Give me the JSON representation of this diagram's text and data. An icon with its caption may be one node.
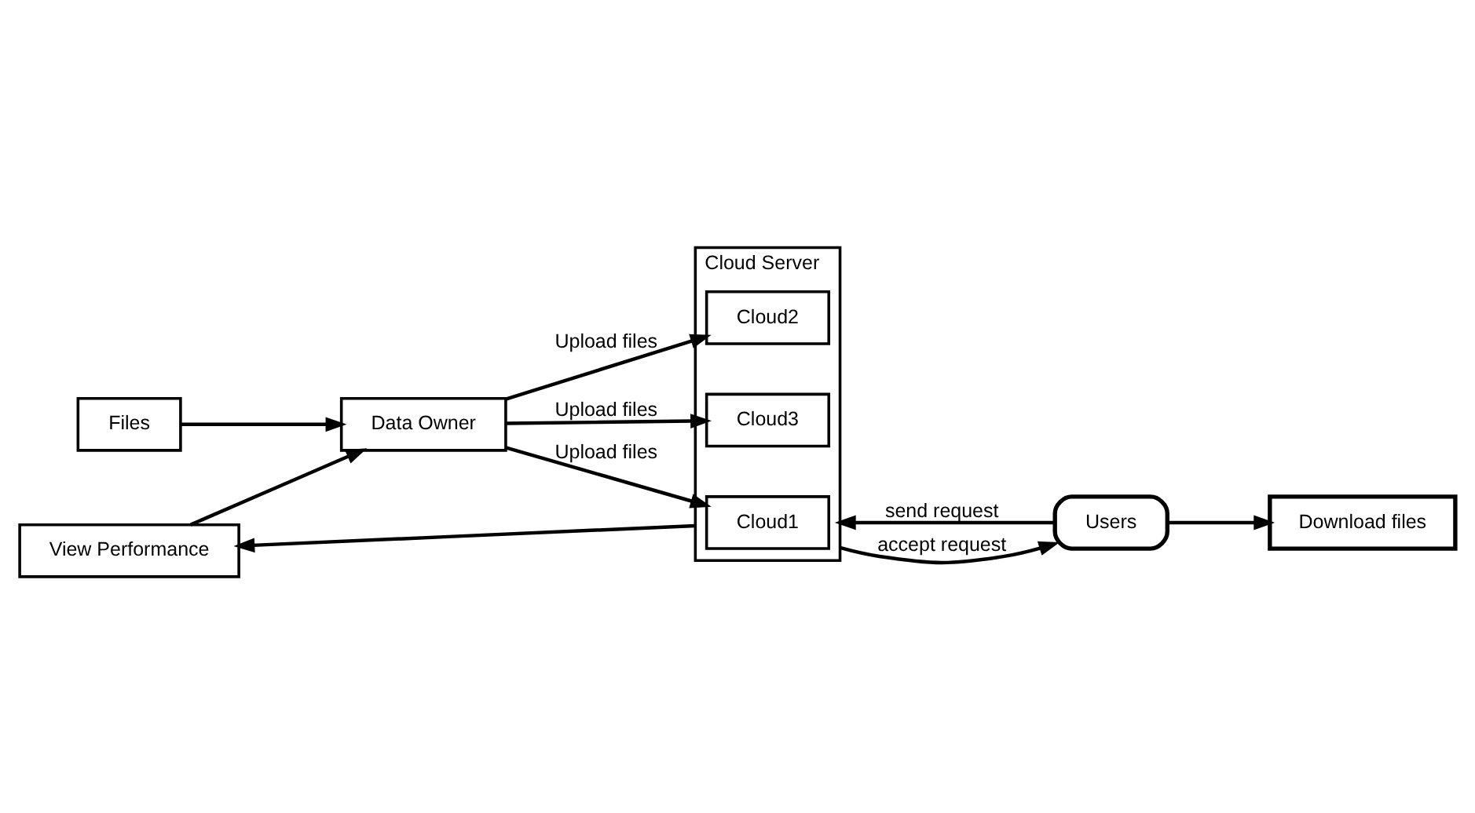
{
  "diagram": {
    "nodes": [
      {
        "text": [
          "Files"
        ]
      },
      {
        "text": [
          "Data Owner"
        ]
      },
      {
        "text": [
          "Cloud Server"
        ]
      },
      {
        "text": [
          "Cloud1"
        ],
        "in": 2
      },
      {
        "text": [
          "Cloud2"
        ],
        "in": 2
      },
      {
        "text": [
          "Cloud3"
        ],
        "in": 2
      },
      {
        "text": [
          "Users"
        ]
      },
      {
        "text": [
          "Download files"
        ]
      },
      {
        "text": [
          "View Performance"
        ]
      }
    ],
    "edges": [
      {
        "from": 0,
        "to": 1,
        "arrow": "to"
      },
      {
        "from": 1,
        "to": 3,
        "label": "Upload files",
        "arrow": "to"
      },
      {
        "from": 1,
        "to": 4,
        "label": "Upload files",
        "arrow": "to"
      },
      {
        "from": 1,
        "to": 5,
        "label": "Upload files",
        "arrow": "to"
      },
      {
        "from": 6,
        "to": 2,
        "label": "send request",
        "arrow": "to"
      },
      {
        "from": 2,
        "to": 6,
        "label": "accept request",
        "arrow": "to"
      },
      {
        "from": 6,
        "to": 7,
        "arrow": "to"
      },
      {
        "from": 2,
        "to": 8,
        "arrow": "to"
      },
      {
        "from": 8,
        "to": 1,
        "arrow": "to"
      }
    ]
  }
}
